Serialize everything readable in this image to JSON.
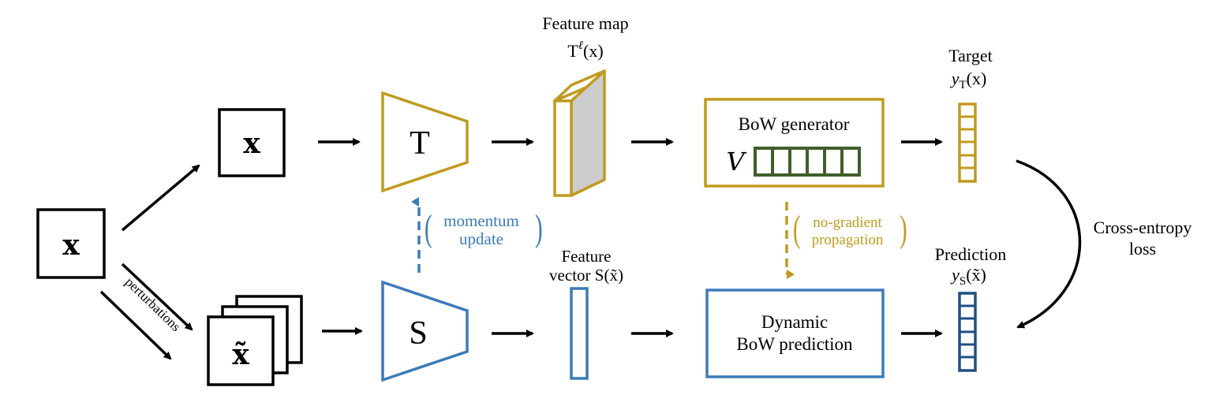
{
  "colors": {
    "teacher": "#c09a1e",
    "student": "#3b7bb8",
    "vocab": "#3f5f2a",
    "black": "#000000",
    "feature_fill": "#cccccc",
    "pred_cells": "#1f4f85"
  },
  "inputs": {
    "x_main": "x",
    "x_top": "x",
    "x_perturbed": "x̃",
    "perturb_label": "perturbations"
  },
  "networks": {
    "teacher_label": "T",
    "student_label": "S"
  },
  "feature_map": {
    "title_line1": "Feature map",
    "title_line2_base": "T",
    "title_line2_sup": "ℓ",
    "title_line2_arg": "(x)"
  },
  "feature_vector": {
    "title_line1": "Feature",
    "title_line2": "vector S(x̃)"
  },
  "bow_generator": {
    "title": "BoW generator",
    "vocab_symbol": "V"
  },
  "dynamic_prediction": {
    "line1": "Dynamic",
    "line2": "BoW prediction"
  },
  "momentum": {
    "line1": "momentum",
    "line2": "update"
  },
  "no_gradient": {
    "line1": "no-gradient",
    "line2": "propagation"
  },
  "target": {
    "title": "Target",
    "expr_base": "y",
    "expr_sub": "T",
    "expr_arg": "(x)"
  },
  "prediction": {
    "title": "Prediction",
    "expr_base": "y",
    "expr_sub": "S",
    "expr_arg": "(x̃)"
  },
  "loss": {
    "line1": "Cross-entropy",
    "line2": "loss"
  }
}
